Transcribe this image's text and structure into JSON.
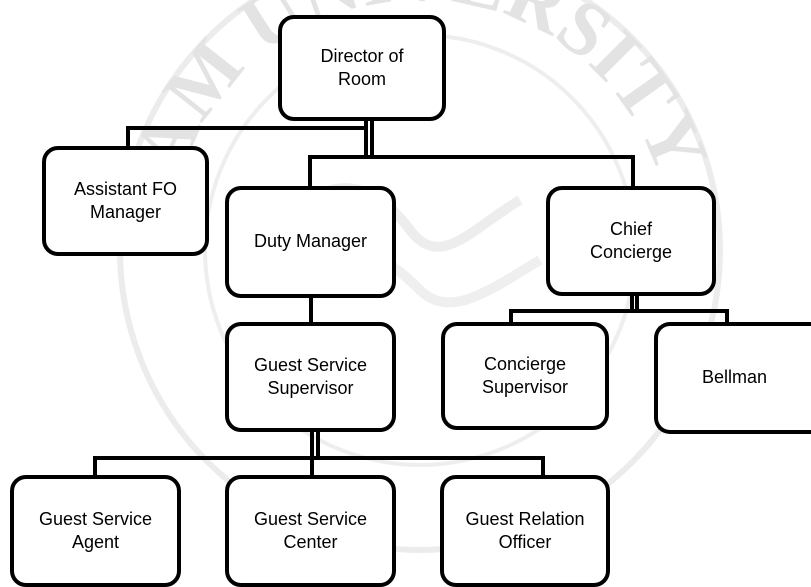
{
  "diagram": {
    "type": "org-chart",
    "nodes": {
      "director_of_room": "Director of\nRoom",
      "assistant_fo_manager": "Assistant FO\nManager",
      "duty_manager": "Duty Manager",
      "chief_concierge": "Chief\nConcierge",
      "guest_service_supervisor": "Guest Service\nSupervisor",
      "concierge_supervisor": "Concierge\nSupervisor",
      "bellman": "Bellman",
      "guest_service_agent": "Guest Service\nAgent",
      "guest_service_center": "Guest Service\nCenter",
      "guest_relation_officer": "Guest Relation\nOfficer"
    },
    "edges": [
      [
        "director_of_room",
        "assistant_fo_manager"
      ],
      [
        "director_of_room",
        "duty_manager"
      ],
      [
        "director_of_room",
        "chief_concierge"
      ],
      [
        "duty_manager",
        "guest_service_supervisor"
      ],
      [
        "chief_concierge",
        "concierge_supervisor"
      ],
      [
        "chief_concierge",
        "bellman"
      ],
      [
        "guest_service_supervisor",
        "guest_service_agent"
      ],
      [
        "guest_service_supervisor",
        "guest_service_center"
      ],
      [
        "guest_service_supervisor",
        "guest_relation_officer"
      ]
    ]
  },
  "watermark": {
    "text": "SIAM UNIVERSITY",
    "color": "#e3e3e3"
  },
  "colors": {
    "line": "#000000",
    "box_border": "#000000",
    "background": "#ffffff"
  }
}
